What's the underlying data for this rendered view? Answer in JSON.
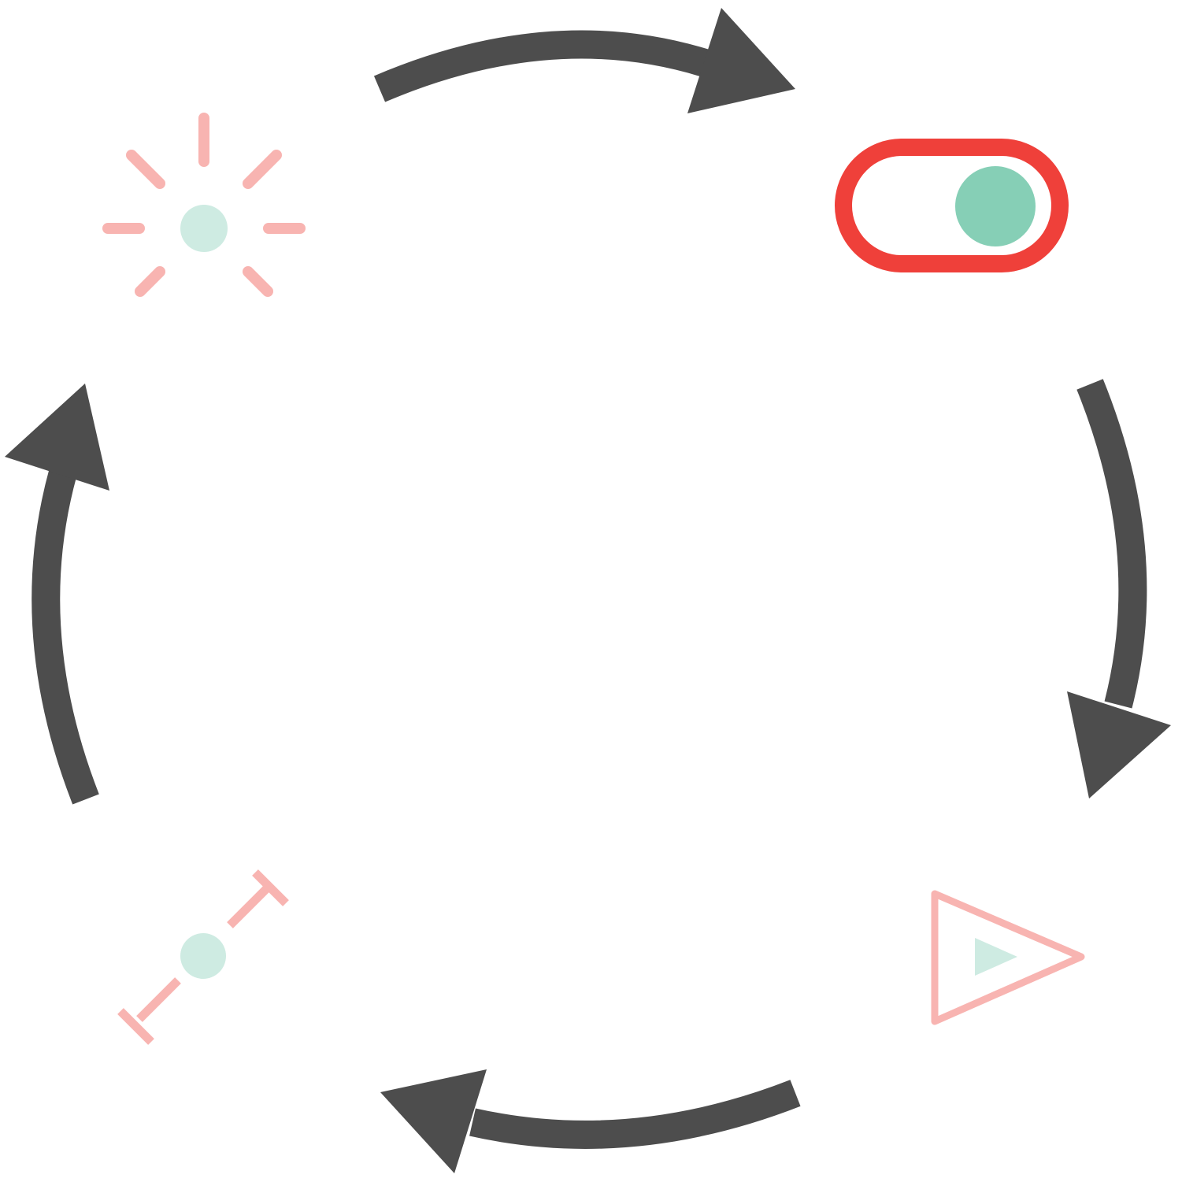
{
  "diagram": {
    "type": "cycle",
    "direction": "clockwise",
    "colors": {
      "arrow": "#4d4d4d",
      "toggle_outline": "#ef403a",
      "toggle_knob": "#86cfb6",
      "icon_stroke": "#f8b4b1",
      "icon_accent": "#ceebe2",
      "background": "#ffffff"
    },
    "nodes": [
      {
        "position": "top-left",
        "icon": "sparkle-burst-icon"
      },
      {
        "position": "top-right",
        "icon": "toggle-switch-on-icon"
      },
      {
        "position": "bottom-right",
        "icon": "play-triangle-icon"
      },
      {
        "position": "bottom-left",
        "icon": "resize-diagonal-icon"
      }
    ],
    "arrows": [
      {
        "from": "top-left",
        "to": "top-right"
      },
      {
        "from": "top-right",
        "to": "bottom-right"
      },
      {
        "from": "bottom-right",
        "to": "bottom-left"
      },
      {
        "from": "bottom-left",
        "to": "top-left"
      }
    ]
  }
}
